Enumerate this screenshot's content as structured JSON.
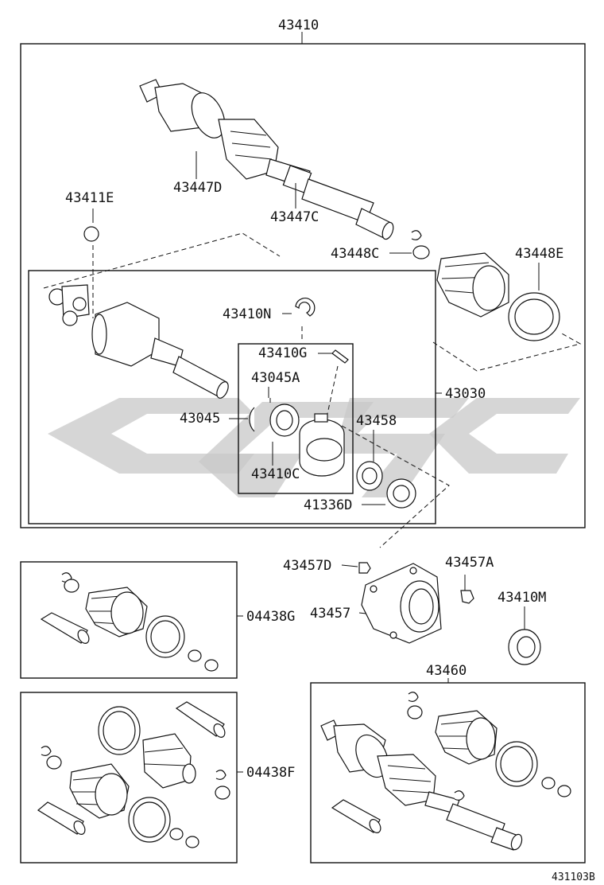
{
  "labels": {
    "p43410": "43410",
    "p43447D": "43447D",
    "p43447C": "43447C",
    "p43411E": "43411E",
    "p43448C": "43448C",
    "p43448E": "43448E",
    "p43410N": "43410N",
    "p43410G": "43410G",
    "p43045A": "43045A",
    "p43045": "43045",
    "p43030": "43030",
    "p43458": "43458",
    "p43410C": "43410C",
    "p41336D": "41336D",
    "p43457D": "43457D",
    "p43457A": "43457A",
    "p43457": "43457",
    "p43410M": "43410M",
    "p04438G": "04438G",
    "p04438F": "04438F",
    "p43460": "43460",
    "figure_id": "431103B"
  }
}
